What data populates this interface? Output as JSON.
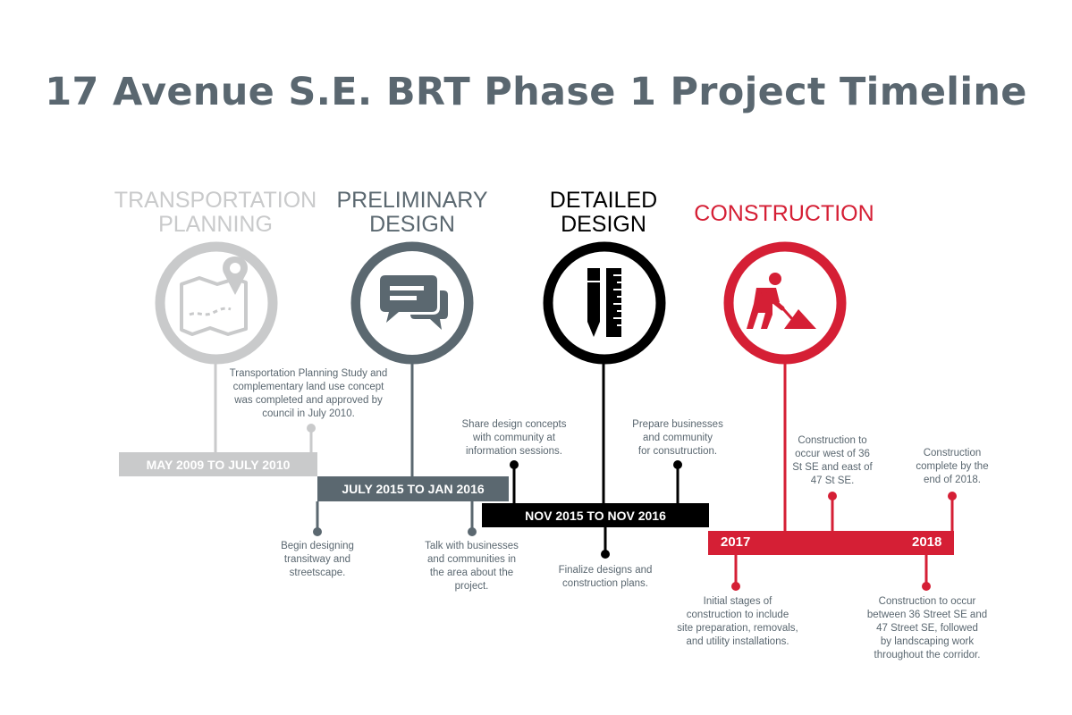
{
  "title": "17 Avenue S.E. BRT Phase 1 Project Timeline",
  "colors": {
    "planning": "#c9cacb",
    "preliminary": "#5b6870",
    "detailed": "#000000",
    "construction": "#d51f35",
    "description_text": "#5a6770"
  },
  "phases": [
    {
      "label_line1": "TRANSPORTATION",
      "label_line2": "PLANNING",
      "icon": "map-pin-icon",
      "date_range": "MAY 2009 TO JULY 2010",
      "notes": [
        "Transportation Planning Study and\ncomplementary land use concept\nwas completed and approved by\ncouncil in July 2010."
      ]
    },
    {
      "label_line1": "PRELIMINARY",
      "label_line2": "DESIGN",
      "icon": "chat-bubbles-icon",
      "date_range": "JULY 2015 TO JAN 2016",
      "notes": [
        "Begin designing\ntransitway and\nstreetscape.",
        "Talk with businesses\nand communities in\nthe area about the\nproject.",
        "Share design concepts\nwith community at\ninformation sessions."
      ]
    },
    {
      "label_line1": "DETAILED",
      "label_line2": "DESIGN",
      "icon": "pencil-ruler-icon",
      "date_range": "NOV 2015 TO NOV 2016",
      "notes": [
        "Finalize designs and\nconstruction plans.",
        "Prepare businesses\nand community\nfor consutruction."
      ]
    },
    {
      "label_line1": "CONSTRUCTION",
      "label_line2": "",
      "icon": "worker-shovel-icon",
      "year_start": "2017",
      "year_end": "2018",
      "notes": [
        "Initial stages of\nconstruction to include\nsite preparation, removals,\nand utility installations.",
        "Construction to\noccur west of 36\nSt SE and east of\n47 St SE.",
        "Construction to occur\nbetween 36 Street SE and\n47 Street SE, followed\nby landscaping work\nthroughout the corridor.",
        "Construction\ncomplete by the\nend of 2018."
      ]
    }
  ]
}
